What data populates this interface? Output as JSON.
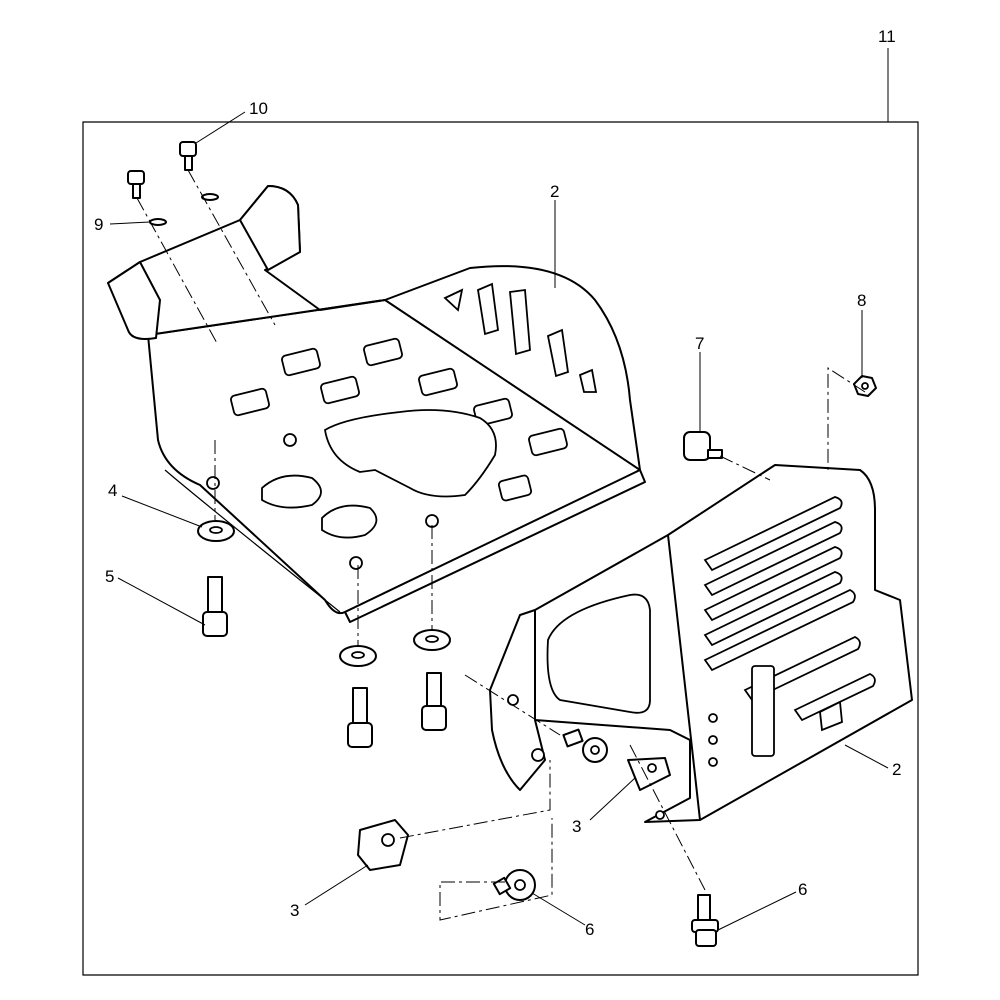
{
  "callouts": {
    "c11": "11",
    "c10": "10",
    "c9": "9",
    "c2a": "2",
    "c8": "8",
    "c7": "7",
    "c4": "4",
    "c5": "5",
    "c2b": "2",
    "c3a": "3",
    "c3b": "3",
    "c6a": "6",
    "c6b": "6"
  }
}
